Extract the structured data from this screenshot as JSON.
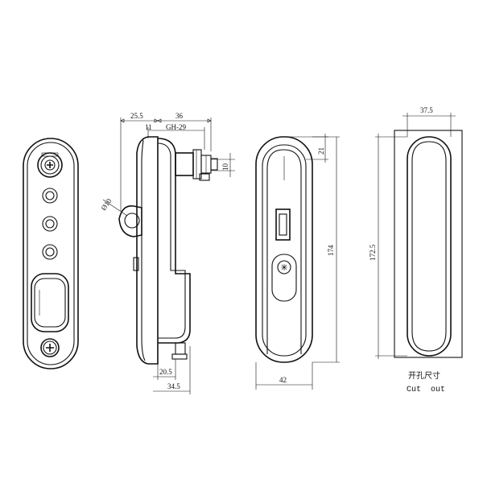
{
  "dimensions": {
    "side_top_left": "25.5",
    "side_top_right": "36",
    "side_small": "11",
    "side_thread": "GH-29",
    "side_shaft": "10",
    "side_hole": "Ø10",
    "side_bottom_inner": "20.5",
    "side_bottom_outer": "34.5",
    "rear_top": "21",
    "rear_height": "174",
    "rear_width": "42",
    "cutout_width": "37.5",
    "cutout_height": "172.5"
  },
  "captions": {
    "cutout_cn": "开孔尺寸",
    "cutout_en": "Cut  out"
  }
}
